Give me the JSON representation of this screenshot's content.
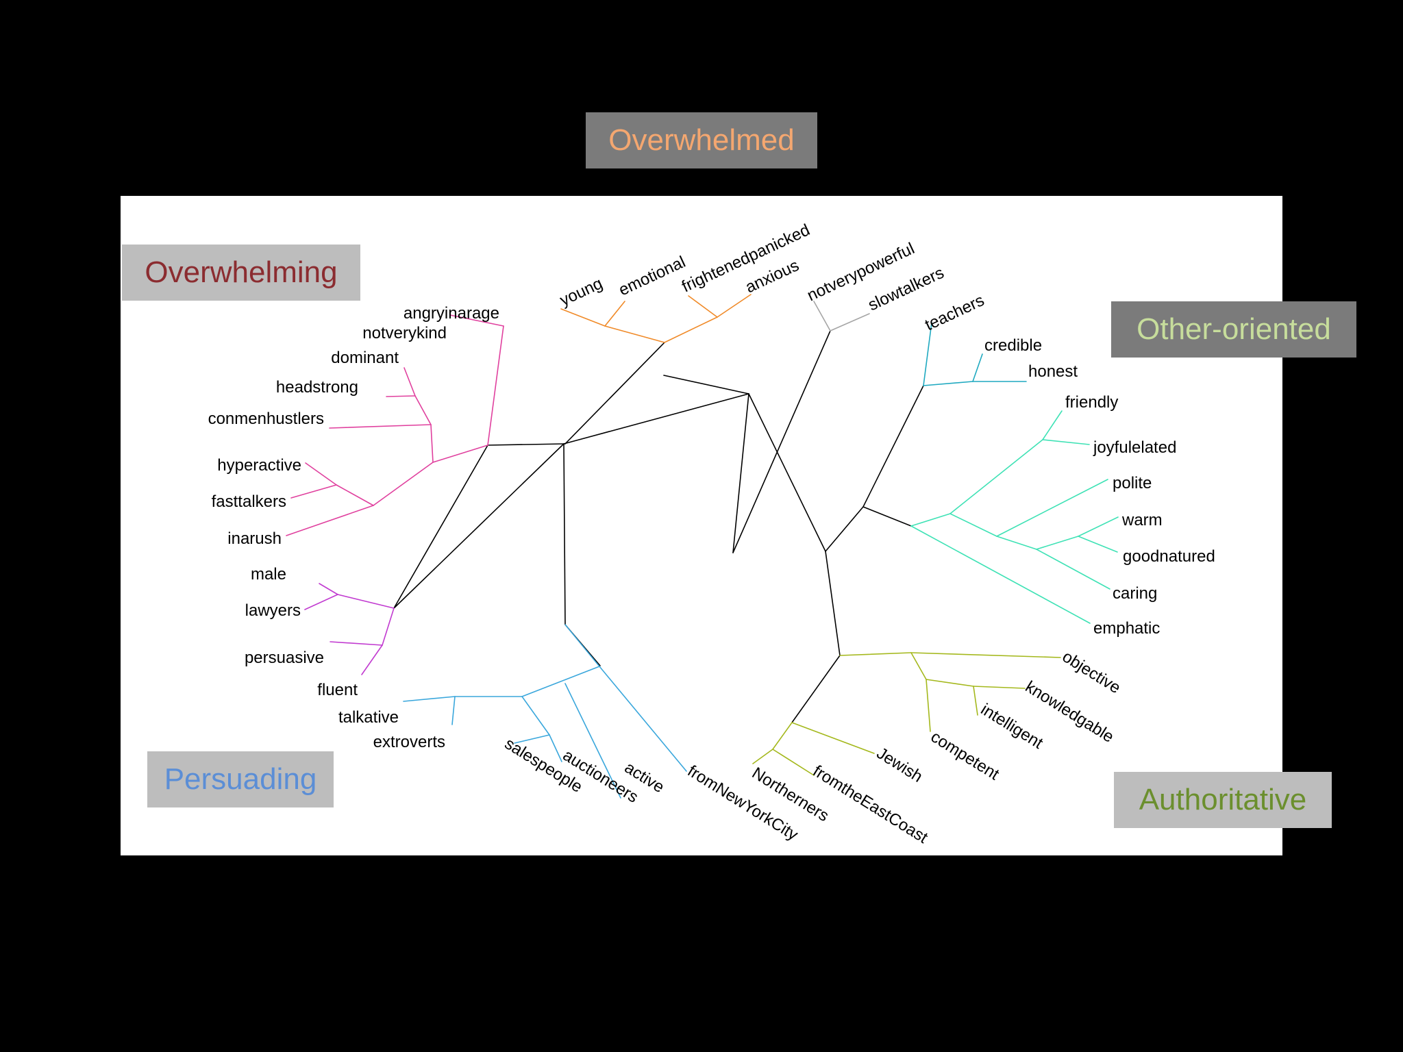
{
  "cluster_labels": {
    "overwhelmed": "Overwhelmed",
    "overwhelming": "Overwhelming",
    "other_oriented": "Other-oriented",
    "persuading": "Persuading",
    "authoritative": "Authoritative"
  },
  "colors": {
    "overwhelmed": "#f4a770",
    "overwhelming": "#8b2c30",
    "other_oriented": "#c7dd9c",
    "persuading": "#5b8ed6",
    "authoritative": "#6b8f2e",
    "label_box_light": "#bdbdbd",
    "label_box_dark": "#7b7b7b",
    "branch_magenta": "#e0409e",
    "branch_purple": "#c13ad0",
    "branch_blue": "#3aa7dc",
    "branch_orange": "#f08a28",
    "branch_gray": "#a5a5a5",
    "branch_teal": "#1fa9c0",
    "branch_aqua": "#3ee2b5",
    "branch_olive": "#a4b81c",
    "branch_trunk": "#000000"
  },
  "leaves": {
    "angryinarage": "angryinarage",
    "notverykind": "notverykind",
    "dominant": "dominant",
    "headstrong": "headstrong",
    "conmenhustlers": "conmenhustlers",
    "hyperactive": "hyperactive",
    "fasttalkers": "fasttalkers",
    "inarush": "inarush",
    "male": "male",
    "lawyers": "lawyers",
    "persuasive": "persuasive",
    "fluent": "fluent",
    "talkative": "talkative",
    "extroverts": "extroverts",
    "salespeople": "salespeople",
    "auctioneers": "auctioneers",
    "active": "active",
    "fromNewYorkCity": "fromNewYorkCity",
    "young": "young",
    "emotional": "emotional",
    "frightenedpanicked": "frightenedpanicked",
    "anxious": "anxious",
    "notverypowerful": "notverypowerful",
    "slowtalkers": "slowtalkers",
    "teachers": "teachers",
    "credible": "credible",
    "honest": "honest",
    "friendly": "friendly",
    "joyfulelated": "joyfulelated",
    "polite": "polite",
    "warm": "warm",
    "goodnatured": "goodnatured",
    "caring": "caring",
    "emphatic": "emphatic",
    "objective": "objective",
    "knowledgable": "knowledgable",
    "intelligent": "intelligent",
    "competent": "competent",
    "Jewish": "Jewish",
    "fromtheEastCoast": "fromtheEastCoast",
    "Northerners": "Northerners"
  }
}
